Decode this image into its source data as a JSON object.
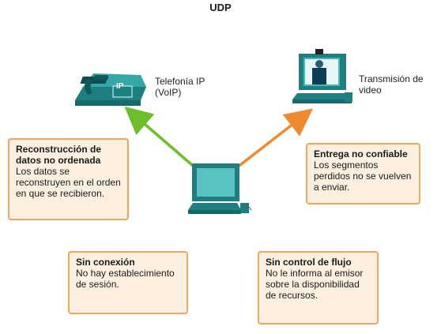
{
  "title": "UDP",
  "devices": {
    "phone": {
      "label_line1": "Telefonía IP",
      "label_line2": "(VoIP)",
      "screen_text": "IP"
    },
    "video": {
      "label_line1": "Transmisión de",
      "label_line2": "video"
    }
  },
  "boxes": {
    "reconstruction": {
      "heading": "Reconstrucción de datos no ordenada",
      "body": "Los datos se reconstruyen en el orden en que se recibieron."
    },
    "unreliable": {
      "heading": "Entrega no confiable",
      "body": "Los segmentos perdidos no se vuelven a enviar."
    },
    "connectionless": {
      "heading": "Sin conexión",
      "body": "No hay establecimiento de sesión."
    },
    "no_flow_control": {
      "heading": "Sin control de flujo",
      "body": "No le informa al emisor sobre la disponibilidad de recursos."
    }
  },
  "colors": {
    "device_teal": "#2a9a9a",
    "arrow_green": "#6cbf2a",
    "arrow_orange": "#f08a30",
    "box_fill": "#fdf0e0",
    "box_border": "#f0a560"
  }
}
